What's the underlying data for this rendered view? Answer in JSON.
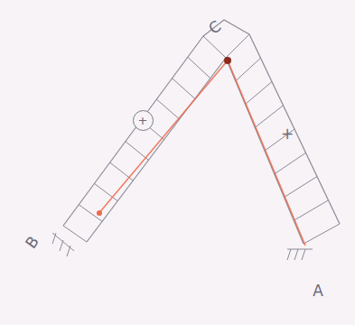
{
  "diagram": {
    "nodes": [
      {
        "text": [
          "+"
        ]
      }
    ],
    "labels": [
      "C",
      "B",
      "A",
      "+"
    ]
  }
}
